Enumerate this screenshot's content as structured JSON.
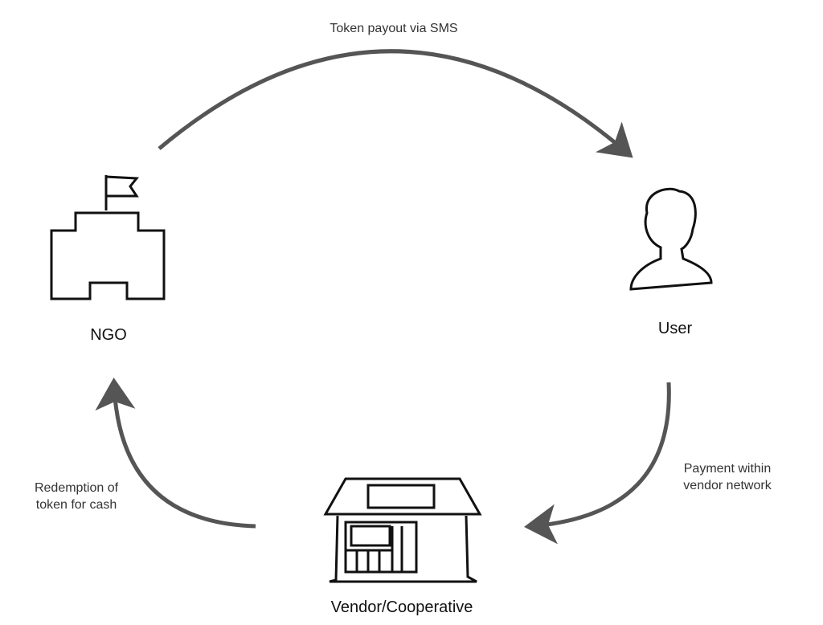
{
  "nodes": {
    "ngo": "NGO",
    "user": "User",
    "vendor": "Vendor/Cooperative"
  },
  "edges": {
    "payout": "Token payout via SMS",
    "payment_l1": "Payment within",
    "payment_l2": "vendor network",
    "redeem_l1": "Redemption of",
    "redeem_l2": "token for cash"
  },
  "colors": {
    "arrow": "#555555",
    "stroke": "#111111"
  }
}
